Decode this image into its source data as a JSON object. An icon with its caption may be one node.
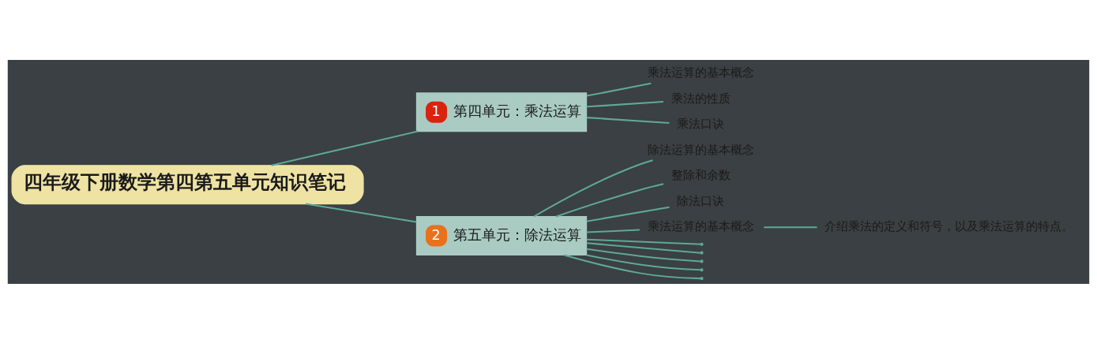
{
  "diagram": {
    "nodes": [
      {
        "text": [
          "四年级下册数学第四第五单元知识笔记"
        ]
      },
      {
        "text": [
          "1",
          "第四单元：乘法运算"
        ]
      },
      {
        "text": [
          "乘法运算的基本概念"
        ]
      },
      {
        "text": [
          "乘法的性质"
        ]
      },
      {
        "text": [
          "乘法口诀"
        ]
      },
      {
        "text": [
          "2",
          "第五单元：除法运算"
        ]
      },
      {
        "text": [
          "除法运算的基本概念"
        ]
      },
      {
        "text": [
          "整除和余数"
        ]
      },
      {
        "text": [
          "除法口诀"
        ]
      },
      {
        "text": [
          "乘法运算的基本概念"
        ]
      },
      {
        "text": [
          "介绍乘法的定义和符号，以及乘法运算的特点。"
        ]
      },
      {
        "text": [],
        "shape": "point"
      },
      {
        "text": [],
        "shape": "point"
      },
      {
        "text": [],
        "shape": "point"
      },
      {
        "text": [],
        "shape": "point"
      },
      {
        "text": [],
        "shape": "point"
      }
    ],
    "edges": [
      {
        "from": 0,
        "to": 1,
        "arrow": "none"
      },
      {
        "from": 1,
        "to": 2,
        "arrow": "none"
      },
      {
        "from": 1,
        "to": 3,
        "arrow": "none"
      },
      {
        "from": 1,
        "to": 4,
        "arrow": "none"
      },
      {
        "from": 0,
        "to": 5,
        "arrow": "none"
      },
      {
        "from": 5,
        "to": 6,
        "arrow": "none"
      },
      {
        "from": 5,
        "to": 7,
        "arrow": "none"
      },
      {
        "from": 5,
        "to": 8,
        "arrow": "none"
      },
      {
        "from": 5,
        "to": 9,
        "arrow": "none"
      },
      {
        "from": 9,
        "to": 10,
        "arrow": "none"
      },
      {
        "from": 5,
        "to": 11,
        "arrow": "none"
      },
      {
        "from": 5,
        "to": 12,
        "arrow": "none"
      },
      {
        "from": 5,
        "to": 13,
        "arrow": "none"
      },
      {
        "from": 5,
        "to": 14,
        "arrow": "none"
      },
      {
        "from": 5,
        "to": 15,
        "arrow": "none"
      }
    ]
  }
}
